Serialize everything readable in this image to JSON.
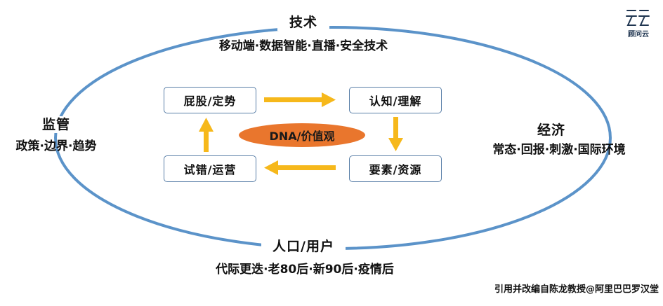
{
  "categories": {
    "tech": {
      "title": "技术",
      "detail": "移动端·数据智能·直播·安全技术"
    },
    "regulation": {
      "title": "监管",
      "detail": "政策·边界·趋势"
    },
    "economy": {
      "title": "经济",
      "detail": "常态·回报·刺激·国际环境"
    },
    "users": {
      "title": "人口/用户",
      "detail": "代际更迭·老80后·新90后·疫情后"
    }
  },
  "cycle": {
    "top_left": "屁股/定势",
    "top_right": "认知/理解",
    "bottom_right": "要素/资源",
    "bottom_left": "试错/运营",
    "center": "DNA/价值观"
  },
  "logo": {
    "text": "顾问云",
    "icon": "cloud-logo-icon"
  },
  "credit": "引用并改编自陈龙教授@阿里巴巴罗汉堂",
  "colors": {
    "ring": "#5b93c9",
    "arrow": "#f6b81b",
    "center_oval": "#e9762d",
    "box_border": "#5a7fa8"
  }
}
